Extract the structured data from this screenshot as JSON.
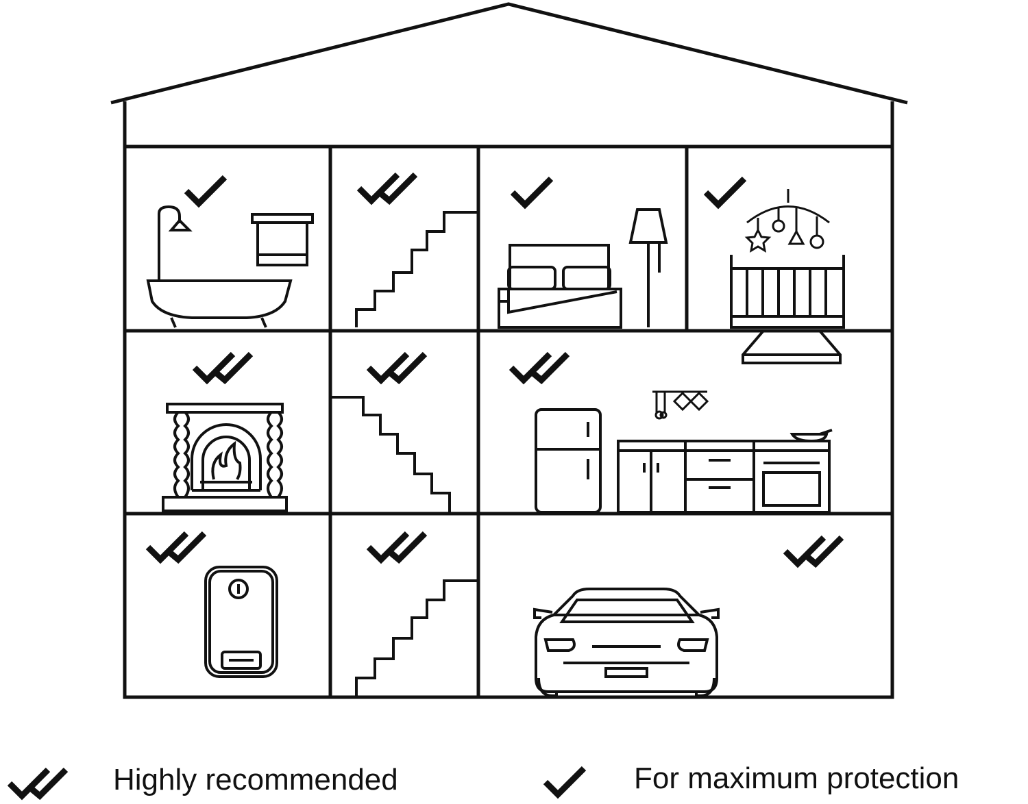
{
  "colors": {
    "stroke": "#111111",
    "background": "#ffffff"
  },
  "rooms": [
    {
      "id": "bathroom",
      "icon": "bathtub-icon",
      "rating": "single"
    },
    {
      "id": "attic-stairs",
      "icon": "stairs-icon",
      "rating": "double"
    },
    {
      "id": "bedroom",
      "icon": "bed-icon",
      "rating": "single"
    },
    {
      "id": "nursery",
      "icon": "crib-icon",
      "rating": "single"
    },
    {
      "id": "living-room",
      "icon": "fireplace-icon",
      "rating": "double"
    },
    {
      "id": "middle-stairs",
      "icon": "stairs-icon",
      "rating": "double"
    },
    {
      "id": "kitchen",
      "icon": "kitchen-icon",
      "rating": "double"
    },
    {
      "id": "boiler-room",
      "icon": "water-heater-icon",
      "rating": "double"
    },
    {
      "id": "basement-stairs",
      "icon": "stairs-icon",
      "rating": "double"
    },
    {
      "id": "garage",
      "icon": "car-icon",
      "rating": "double"
    }
  ],
  "legend": {
    "double": {
      "icon": "double-check-icon",
      "label": "Highly recommended"
    },
    "single": {
      "icon": "check-icon",
      "label": "For maximum protection"
    }
  }
}
